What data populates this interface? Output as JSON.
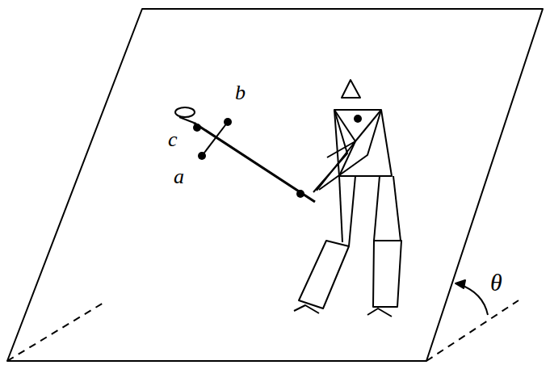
{
  "diagram": {
    "labels": [
      "b",
      "c",
      "a",
      "θ"
    ]
  }
}
